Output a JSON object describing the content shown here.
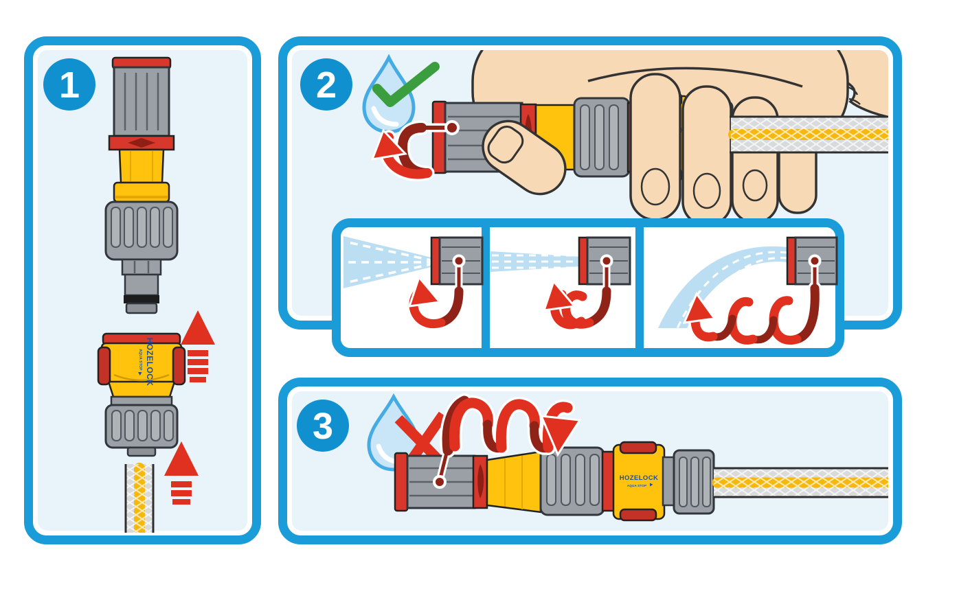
{
  "diagram_title": "hose-nozzle-instruction-steps",
  "brand": {
    "name": "HOZELOCK",
    "tagline": "AQUA STOP"
  },
  "panels": [
    {
      "id": "step-1",
      "number": "1",
      "icons": [
        "nozzle",
        "hose-connector",
        "hose",
        "up-arrow",
        "up-arrow"
      ]
    },
    {
      "id": "step-2",
      "number": "2",
      "icons": [
        "water-drop",
        "check-mark",
        "twist-arrow",
        "hand-holding-nozzle",
        "hose"
      ],
      "sub_panels": [
        {
          "icon": "cone-spray",
          "twist": "single-turn-arrow"
        },
        {
          "icon": "jet-spray",
          "twist": "double-turn-arrow"
        },
        {
          "icon": "shower-spray",
          "twist": "triple-turn-arrow"
        }
      ]
    },
    {
      "id": "step-3",
      "number": "3",
      "icons": [
        "water-drop",
        "cross-mark",
        "spiral-arrow",
        "nozzle-assembly",
        "hose"
      ]
    }
  ],
  "colors": {
    "panel_border": "#1a9cd8",
    "panel_fill": "#e9f3fa",
    "badge_blue": "#1190cf",
    "bright_red": "#e0301f",
    "dark_red": "#8f2318",
    "part_red": "#d8372b",
    "yellow": "#ffc20d",
    "gray": "#9aa0a5",
    "spray_blue": "#bcdef3",
    "skin": "#f8d9b5",
    "check_green": "#3a9e3e",
    "drop_fill": "#c9e6f8",
    "drop_stroke": "#45abe4",
    "hose_gray": "#d8dadb",
    "hose_stripe": "#f6b80c",
    "label_blue": "#1f4f9e"
  }
}
